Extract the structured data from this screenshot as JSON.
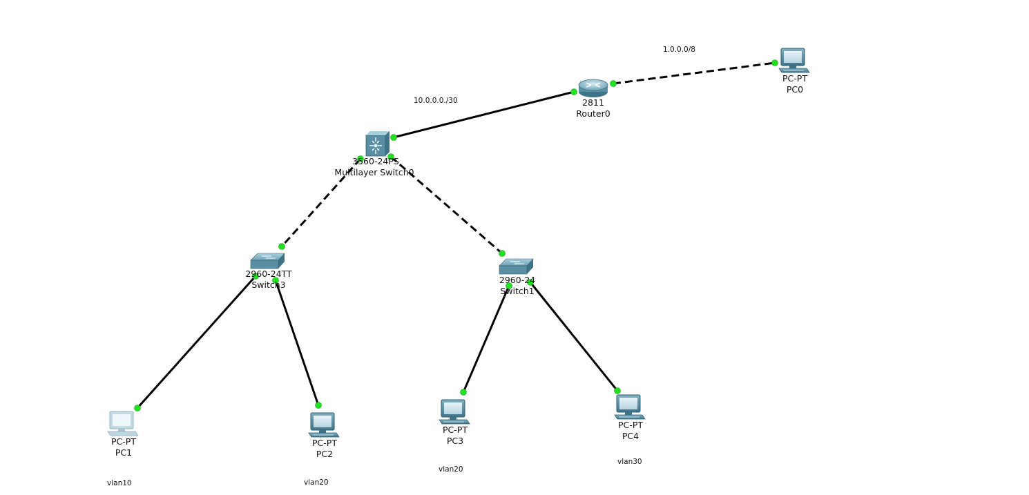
{
  "devices": {
    "router0": {
      "model": "2811",
      "name": "Router0"
    },
    "mls0": {
      "model": "3560-24PS",
      "name": "Multilayer Switch0"
    },
    "switch3": {
      "model": "2960-24TT",
      "name": "Switch3"
    },
    "switch1": {
      "model": "2960-24",
      "name": "Switch1"
    },
    "pc0": {
      "model": "PC-PT",
      "name": "PC0"
    },
    "pc1": {
      "model": "PC-PT",
      "name": "PC1"
    },
    "pc2": {
      "model": "PC-PT",
      "name": "PC2"
    },
    "pc3": {
      "model": "PC-PT",
      "name": "PC3"
    },
    "pc4": {
      "model": "PC-PT",
      "name": "PC4"
    }
  },
  "notes": {
    "net_pc0": "1.0.0.0/8",
    "net_router_mls": "10.0.0.0./30",
    "vlan_pc1": "vlan10",
    "vlan_pc2": "vlan20",
    "vlan_pc3": "vlan20",
    "vlan_pc4": "vlan30"
  },
  "colors": {
    "link": "#000000",
    "port_up": "#22e022",
    "device": "#5a8ea3"
  }
}
